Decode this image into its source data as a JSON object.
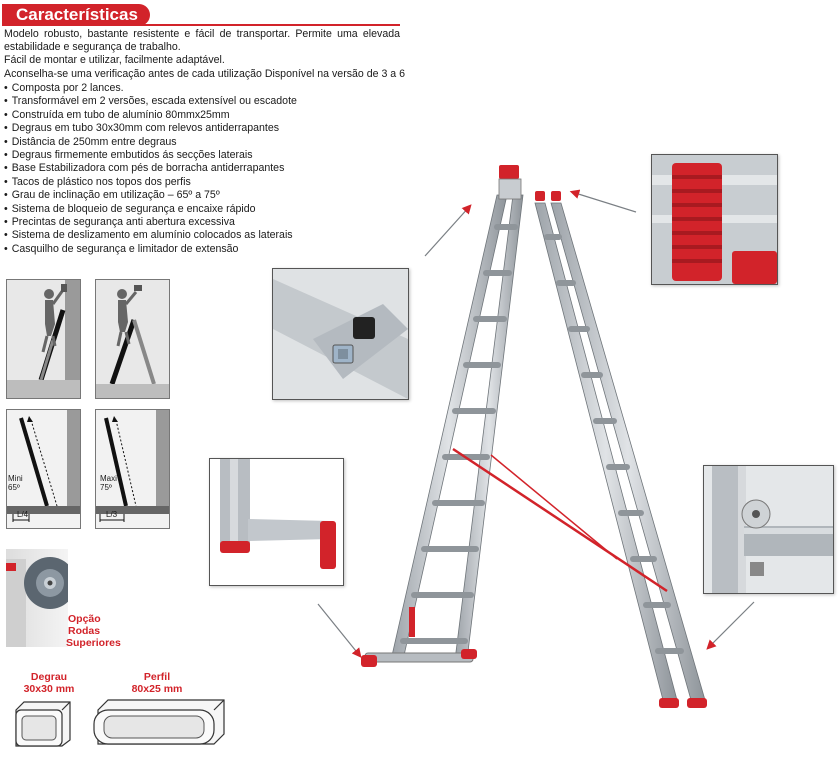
{
  "header": {
    "title": "Características"
  },
  "intro": [
    "Modelo robusto, bastante resistente e fácil de transportar. Permite uma elevada estabilidade e segurança de trabalho.",
    "Fácil de montar e utilizar, facilmente adaptável.",
    "Aconselha-se uma verificação antes de cada utilização Disponível na versão de 3 a 6"
  ],
  "features": [
    "Composta por 2 lances.",
    "Transformável em 2 versões, escada extensível ou escadote",
    "Construída em tubo de alumínio 80mmx25mm",
    "Degraus em tubo 30x30mm com relevos antiderrapantes",
    "Distância de 250mm entre degraus",
    "Degraus firmemente embutidos ás secções laterais",
    "Base Estabilizadora com pés de borracha antiderrapantes",
    "Tacos de plástico nos topos dos perfis",
    "Grau de inclinação em utilização – 65º a 75º",
    "Sistema de bloqueio de segurança e encaixe rápido",
    "Precintas de segurança anti abertura excessiva",
    "Sistema de deslizamento em alumínio colocados as laterais",
    "Casquilho de segurança e limitador de extensão"
  ],
  "angles": {
    "min_label": "Mini",
    "min_value": "65º",
    "max_label": "Maxi",
    "max_value": "75º",
    "dim_label": "L/4",
    "dim_label_2": "L/3"
  },
  "option": {
    "line1": "Opção",
    "line2": "Rodas",
    "line3": "Superiores"
  },
  "profiles": {
    "step_title": "Degrau",
    "step_size": "30x30 mm",
    "profile_title": "Perfil",
    "profile_size": "80x25 mm"
  },
  "colors": {
    "accent": "#d2232a",
    "aluminium": "#b9bec4"
  }
}
